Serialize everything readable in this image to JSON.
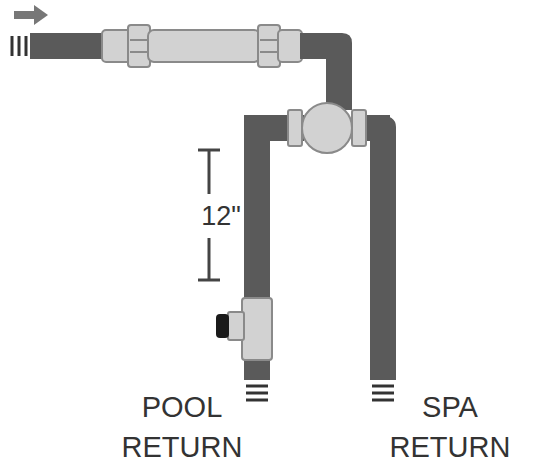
{
  "diagram": {
    "labels": [
      "12\"",
      "POOL RETURN",
      "SPA RETURN"
    ]
  }
}
